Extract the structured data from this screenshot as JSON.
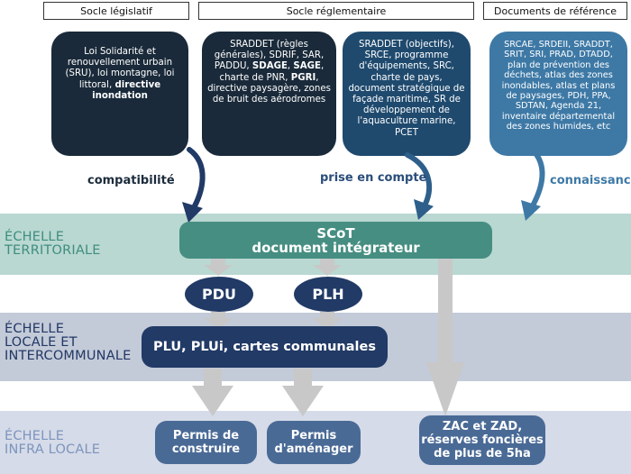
{
  "headers": {
    "legislatif": "Socle législatif",
    "reglementaire": "Socle réglementaire",
    "reference": "Documents de référence"
  },
  "cards": {
    "lois": {
      "p1": "Loi Solidarité et renouvellement urbain (SRU), loi montagne, loi littoral, ",
      "b1": "directive inondation"
    },
    "sraddet_regles": {
      "p1": "SRADDET (règles générales), SDRIF, SAR, PADDU, ",
      "b1": "SDAGE",
      "p2": ", ",
      "b2": "SAGE",
      "p3": ", charte de PNR, ",
      "b3": "PGRI",
      "p4": ", directive paysagère, zones de bruit des aérodromes"
    },
    "sraddet_objectifs": {
      "text": "SRADDET (objectifs), SRCE, programme d'équipements, SRC, charte de pays, document stratégique de façade maritime, SR de développement de l'aquaculture marine, PCET"
    },
    "references": {
      "text": "SRCAE, SRDEII, SRADDT, SRIT, SRI, PRAD, DTADD, plan de prévention des déchets, atlas des zones inondables, atlas et plans de paysages, PDH, PPA, SDTAN, Agenda 21, inventaire départemental des zones humides, etc"
    }
  },
  "relations": {
    "compatibilite": "compatibilité",
    "prise_en_compte": "prise en compte",
    "connaissance": "connaissance"
  },
  "levels": {
    "territoriale": {
      "line1": "ÉCHELLE",
      "line2": "TERRITORIALE"
    },
    "locale": {
      "line1": "ÉCHELLE",
      "line2": "LOCALE ET",
      "line3": "INTERCOMMUNALE"
    },
    "infra": {
      "line1": "ÉCHELLE",
      "line2": "INFRA LOCALE"
    }
  },
  "documents": {
    "scot": {
      "line1": "SCoT",
      "line2": "document intégrateur"
    },
    "pdu": "PDU",
    "plh": "PLH",
    "plu": "PLU, PLUi, cartes communales",
    "permis_construire": {
      "line1": "Permis de",
      "line2": "construire"
    },
    "permis_amenager": {
      "line1": "Permis",
      "line2": "d'aménager"
    },
    "zac": {
      "line1": "ZAC et ZAD,",
      "line2": "réserves foncières",
      "line3": "de plus de 5ha"
    }
  },
  "colors": {
    "card_dark": "#1a2a3a",
    "card_blue_1": "#1f4a6e",
    "card_blue_2": "#3e79a6",
    "band_territoriale": "#b9d8d1",
    "band_locale": "#c3cad8",
    "band_infra": "#d5dbe8",
    "scot": "#468e82",
    "navy": "#213a66",
    "pill_blue": "#4a6a96",
    "arrow_grey": "#c8c8c8"
  }
}
